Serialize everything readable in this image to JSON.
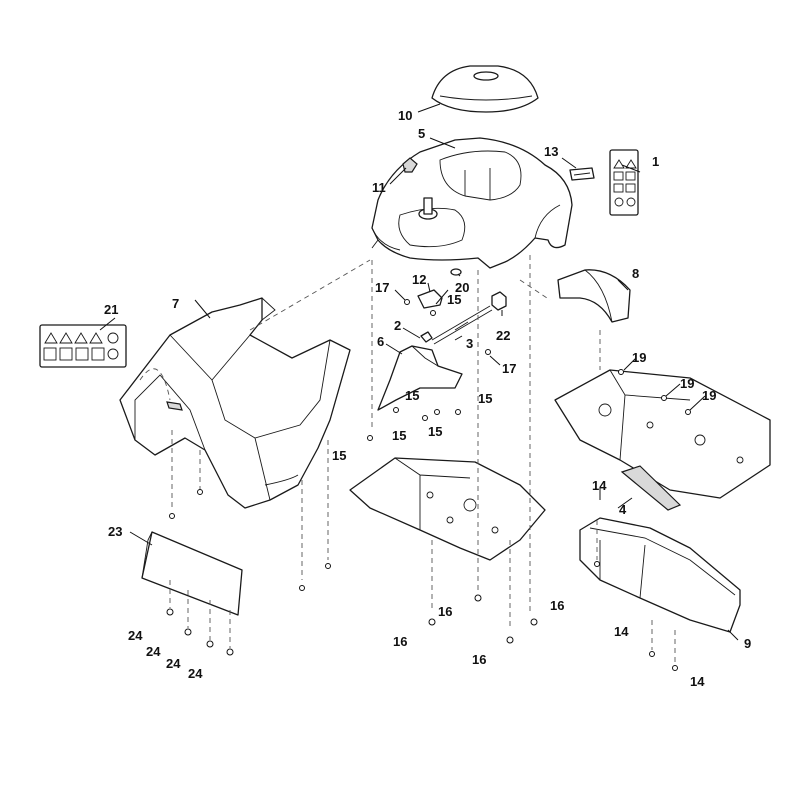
{
  "diagram": {
    "callouts": {
      "c1": "1",
      "c4": "4",
      "c5": "5",
      "c6": "6",
      "c7": "7",
      "c8": "8",
      "c9": "9",
      "c10": "10",
      "c11": "11",
      "c12": "12",
      "c13": "13",
      "c14a": "14",
      "c14b": "14",
      "c14c": "14",
      "c15a": "15",
      "c15b": "15",
      "c15c": "15",
      "c15d": "15",
      "c15e": "15",
      "c15f": "15",
      "c16a": "16",
      "c16b": "16",
      "c16c": "16",
      "c16d": "16",
      "c17a": "17",
      "c17b": "17",
      "c19a": "19",
      "c19b": "19",
      "c19c": "19",
      "c2": "2",
      "c3": "3",
      "c20": "20",
      "c21": "21",
      "c22": "22",
      "c23": "23",
      "c24a": "24",
      "c24b": "24",
      "c24c": "24",
      "c24d": "24"
    },
    "colors": {
      "line": "#1a1a1a",
      "fill": "#ffffff",
      "shade": "#d9d9d9"
    },
    "icons": [
      "warning-triangle-icon",
      "operator-icon",
      "hand-hazard-icon",
      "no-children-icon",
      "stop-icon",
      "manual-icon"
    ]
  }
}
